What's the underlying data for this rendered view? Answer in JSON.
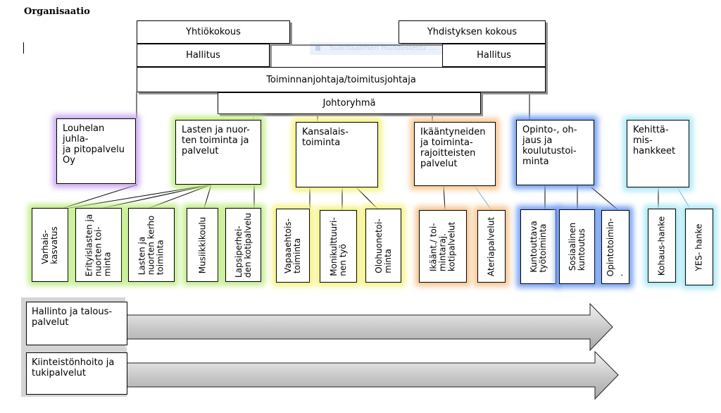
{
  "title": "Organisaatio",
  "faded_tooltip": "Suoritaalimen muodostettu ....",
  "top": {
    "yhtiokokous": "Yhtiökokous",
    "yhdistyksen_kokous": "Yhdistyksen kokous",
    "hallitus_left": "Hallitus",
    "hallitus_right": "Hallitus",
    "toiminnanjohtaja": "Toiminnanjohtaja/toimitusjohtaja",
    "johtoryhma": "Johtoryhmä"
  },
  "departments": [
    {
      "label": "Louhelan\njuhla-\nja pitopalvelu\nOy",
      "color": "#c9a6ee"
    },
    {
      "label": "Lasten ja nuor-\nten toiminta ja\npalvelut",
      "color": "#c0ec86"
    },
    {
      "label": "Kansalais-\ntoiminta",
      "color": "#f4f27c"
    },
    {
      "label": "Ikääntyneiden\nja toiminta-\nrajoitteisten\npalvelut",
      "color": "#f7c48e"
    },
    {
      "label": "Opinto-, oh-\njaus ja\nkoulutustoi-\nminta",
      "color": "#6f9df1"
    },
    {
      "label": "Kehittä-\nmis-\nhankkeet",
      "color": "#a8e8f5"
    }
  ],
  "units": [
    "Varhais-\nkasvatus",
    "Erityislasten ja\nnuorten toi-\nminta",
    "Lasten ja\nnuorten kerho\ntoiminta",
    "Musiikkikoulu",
    "Lapsiperhei-\nden kotipalvelu",
    "Vapaaehtois-\ntoiminta",
    "Monikulttuuri-\nnen työ",
    "Olohuonetoi-\nminta",
    "Ikäänt./ toi-\nmintaraj.\nkotipalvelut",
    "Ateriapalvelut",
    "Kuntouttava\ntyötoiminta",
    "Sosiaalinen\nkuntoutus",
    "Opintotoimin-\n.",
    "Kohaus-hanke",
    "YES- hanke"
  ],
  "support_rows": [
    {
      "label": "Hallinto ja talous-\npalvelut"
    },
    {
      "label": "Kiinteistönhoito ja\ntukipalvelut"
    }
  ]
}
